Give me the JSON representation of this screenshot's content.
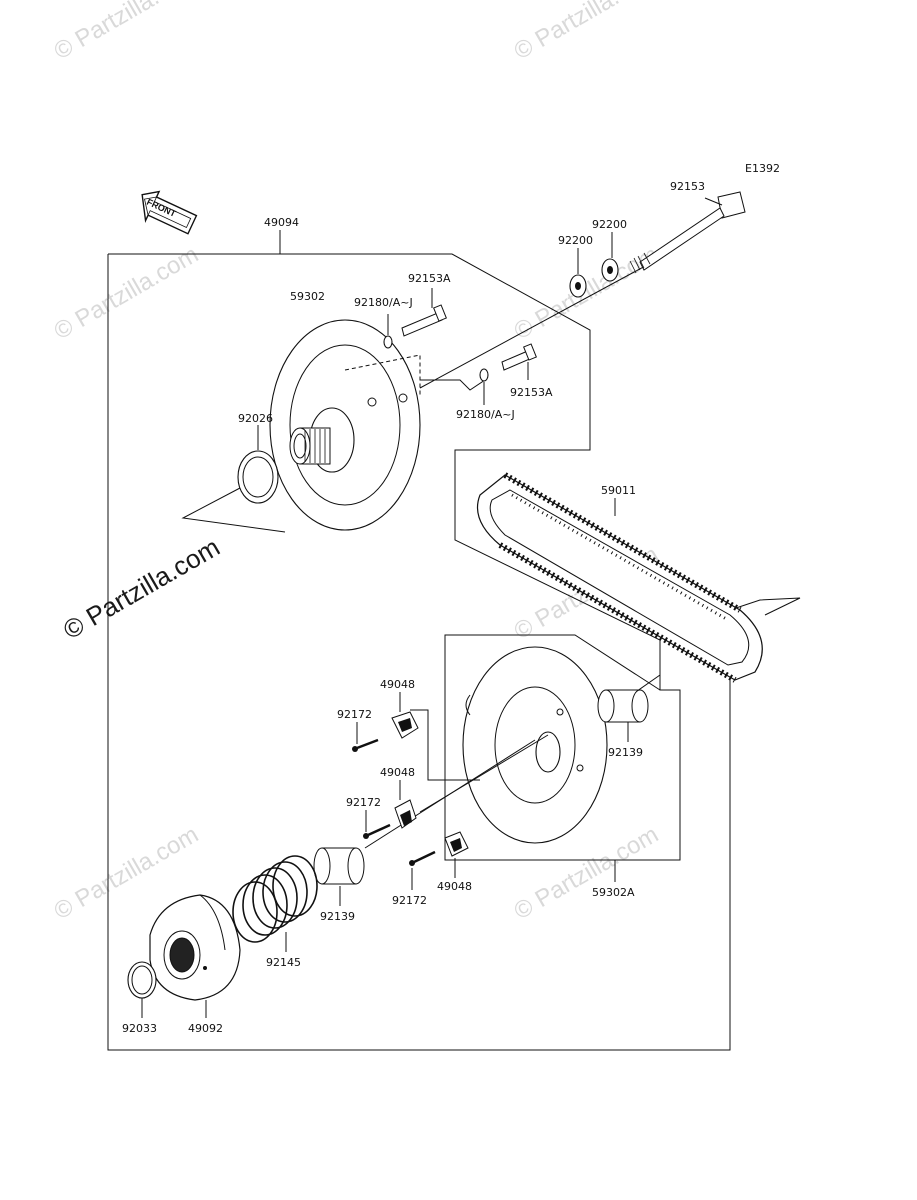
{
  "diagram_code": "E1392",
  "front_label": "FRONT",
  "watermark": "© Partzilla.com",
  "parts": {
    "p49094": "49094",
    "p59302": "59302",
    "p92180a": "92180/A~J",
    "p92153a_top": "92153A",
    "p92200_left": "92200",
    "p92200_right": "92200",
    "p92153": "92153",
    "p92153a_mid": "92153A",
    "p92180b": "92180/A~J",
    "p92026": "92026",
    "p59011": "59011",
    "p49048_top": "49048",
    "p92172_top": "92172",
    "p49048_mid": "49048",
    "p92172_mid": "92172",
    "p92139_right": "92139",
    "p92139_left": "92139",
    "p92172_low": "92172",
    "p49048_low": "49048",
    "p59302a": "59302A",
    "p92145": "92145",
    "p92033": "92033",
    "p49092": "49092"
  }
}
